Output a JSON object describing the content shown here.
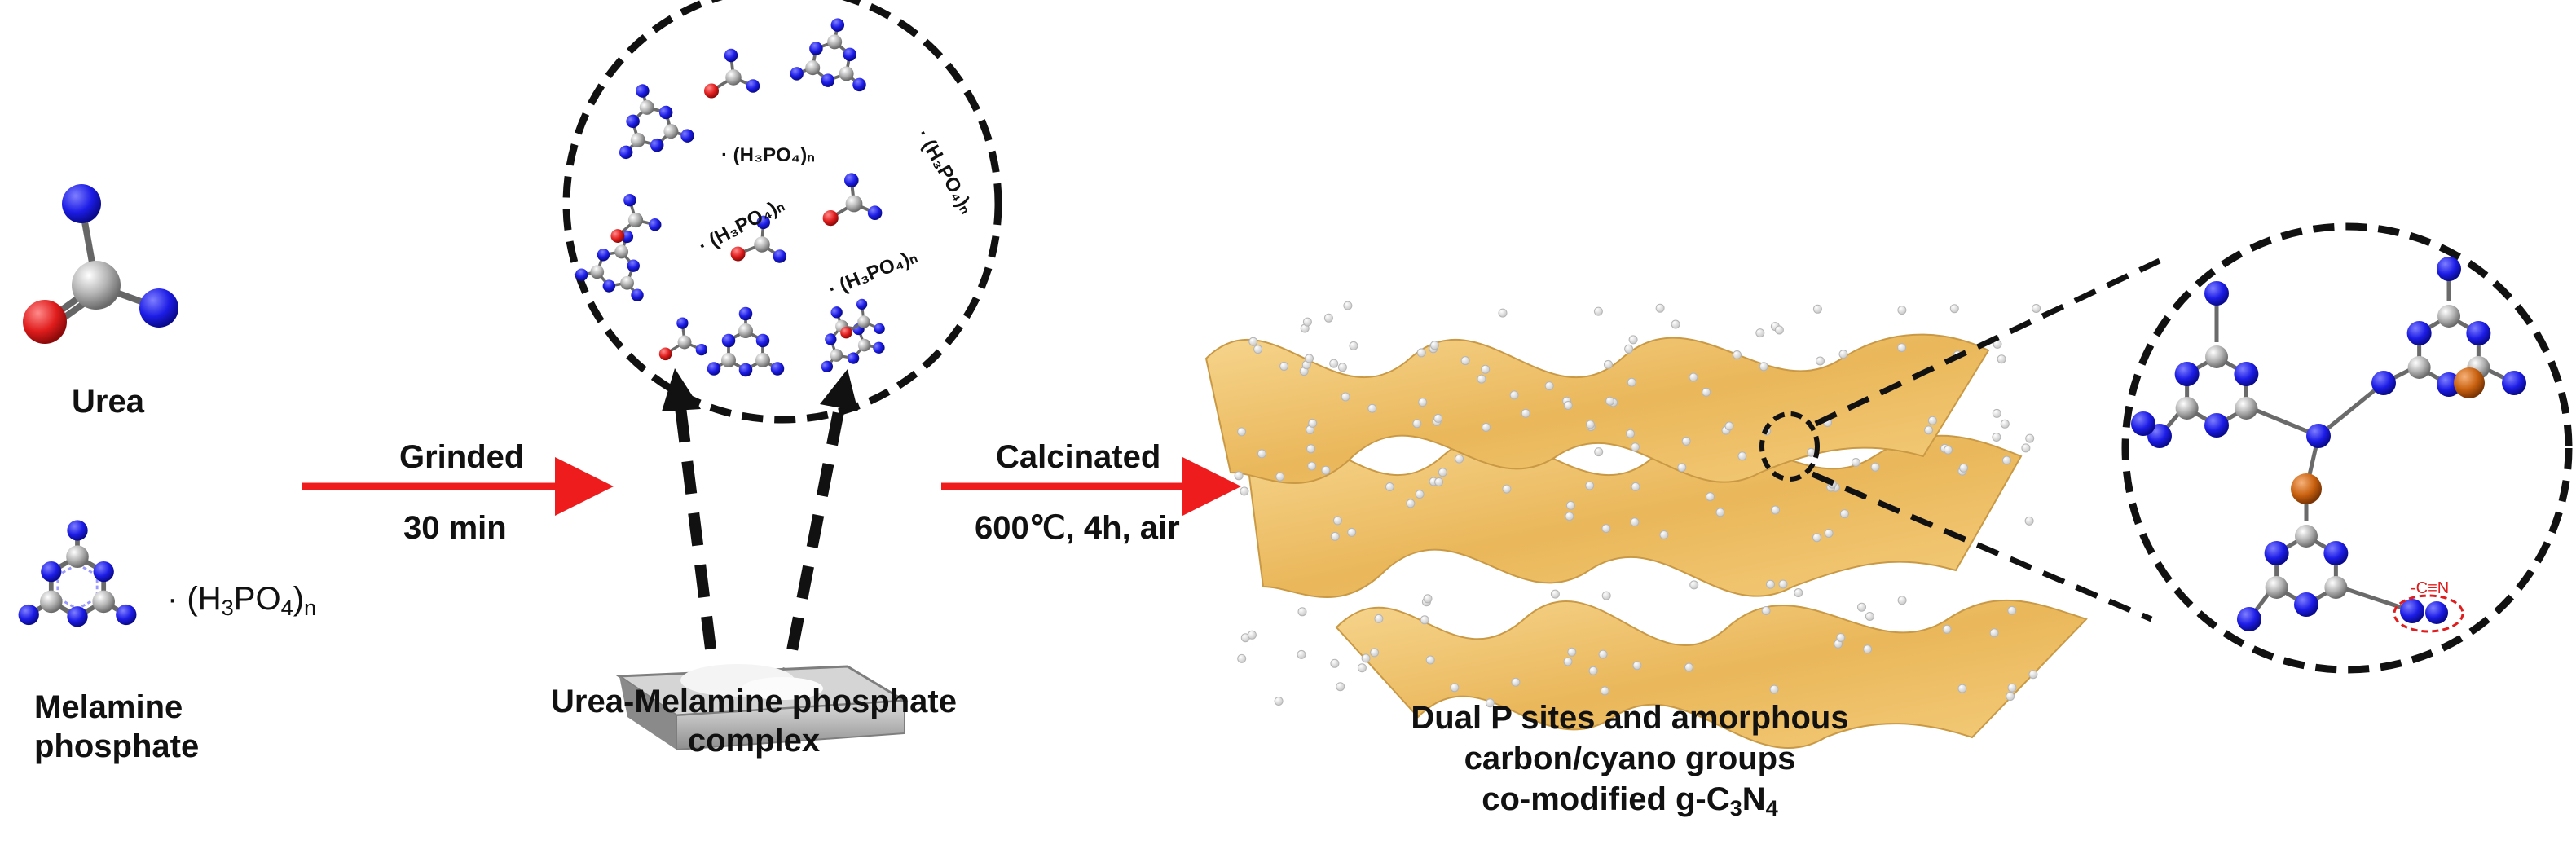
{
  "reactants": {
    "urea_label": "Urea",
    "melamine_phosphate_formula": "· (H3PO4)n",
    "melamine_phosphate_label_line1": "Melamine",
    "melamine_phosphate_label_line2": "phosphate"
  },
  "step1": {
    "condition_top": "Grinded",
    "condition_bottom": "30 min"
  },
  "complex": {
    "label_line1": "Urea-Melamine phosphate",
    "label_line2": "complex",
    "bubble_formulas": [
      "· (H3PO4)n",
      "· (H3PO4)n",
      "· (H3PO4)n",
      "· (H3PO4)n"
    ]
  },
  "step2": {
    "condition_top": "Calcinated",
    "condition_bottom": "600℃, 4h, air"
  },
  "product": {
    "label_line1": "Dual P sites and amorphous",
    "label_line2": "carbon/cyano groups",
    "label_line3": "co-modified g-C3N4",
    "cyano_tag": "-C≡N"
  },
  "colors": {
    "arrow": "#ee1c1c",
    "nitrogen": "#1c1ce6",
    "carbon": "#a8a8a8",
    "oxygen": "#e01c1c",
    "phosphorus": "#c8600e",
    "sheet": "#f2c66e"
  }
}
